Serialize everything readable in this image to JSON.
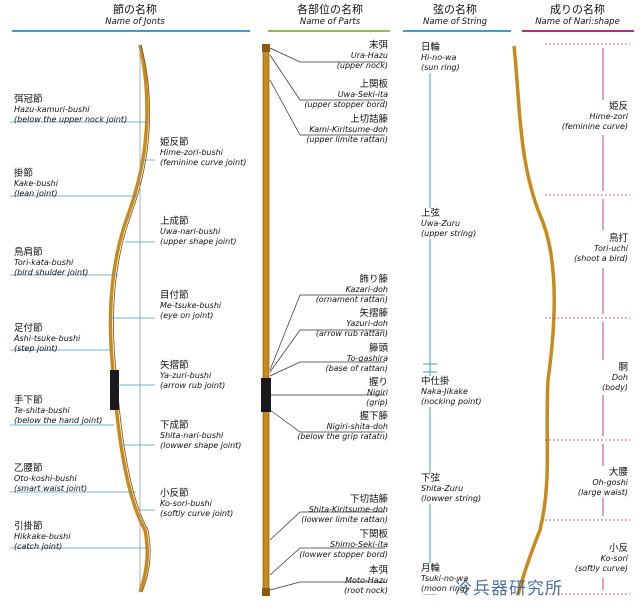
{
  "headers": {
    "joints": {
      "jp": "節の名称",
      "en": "Name of Jonts"
    },
    "parts": {
      "jp": "各部位の名称",
      "en": "Name of Parts"
    },
    "string": {
      "jp": "弦の名称",
      "en": "Name of String"
    },
    "shape": {
      "jp": "成りの名称",
      "en": "Name of Nari:shape"
    }
  },
  "colors": {
    "joints": "#3a9fcf",
    "parts": "#8cc152",
    "string": "#3a9fcf",
    "shape": "#c0287a",
    "bow": "#c98a1c"
  },
  "joints": [
    {
      "jp": "弭冠節",
      "rom": "Hazu-kamuri-bushi",
      "en": "(below the upper nock joint)"
    },
    {
      "jp": "姫反節",
      "rom": "Hime-zori-bushi",
      "en": "(feminine curve joint)"
    },
    {
      "jp": "掛節",
      "rom": "Kake-bushi",
      "en": "(lean joint)"
    },
    {
      "jp": "上成節",
      "rom": "Uwa-nari-bushi",
      "en": "(upper shape joint)"
    },
    {
      "jp": "鳥肩節",
      "rom": "Tori-kata-bushi",
      "en": "(bird shulder joint)"
    },
    {
      "jp": "目付節",
      "rom": "Me-tsuke-bushi",
      "en": "(eye on joint)"
    },
    {
      "jp": "足付節",
      "rom": "Ashi-tsuke-bushi",
      "en": "(step joint)"
    },
    {
      "jp": "矢摺節",
      "rom": "Ya-zuri-bushi",
      "en": "(arrow rub joint)"
    },
    {
      "jp": "手下節",
      "rom": "Te-shita-bushi",
      "en": "(below the hand joint)"
    },
    {
      "jp": "下成節",
      "rom": "Shita-nari-bushi",
      "en": "(lowwer shape joint)"
    },
    {
      "jp": "乙腰節",
      "rom": "Oto-koshi-bushi",
      "en": "(smart waist joint)"
    },
    {
      "jp": "小反節",
      "rom": "Ko-sori-bushi",
      "en": "(softly curve joint)"
    },
    {
      "jp": "引掛節",
      "rom": "Hikkake-bushi",
      "en": "(catch joint)"
    }
  ],
  "parts": [
    {
      "jp": "末弭",
      "rom": "Ura-Hazu",
      "en": "(upper nock)"
    },
    {
      "jp": "上関板",
      "rom": "Uwa-Seki-ita",
      "en": "(upper stopper bord)"
    },
    {
      "jp": "上切詰籐",
      "rom": "Kami-Kiritsume-doh",
      "en": "(upper limite rattan)"
    },
    {
      "jp": "飾り籐",
      "rom": "Kazari-doh",
      "en": "(ornament rattan)"
    },
    {
      "jp": "矢摺籐",
      "rom": "Yazuri-doh",
      "en": "(arrow rub rattan)"
    },
    {
      "jp": "籐頭",
      "rom": "To-gashira",
      "en": "(base of rattan)"
    },
    {
      "jp": "握り",
      "rom": "Nigiri",
      "en": "(grip)"
    },
    {
      "jp": "握下籐",
      "rom": "Nigiri-shita-doh",
      "en": "(below the grip ratatn)"
    },
    {
      "jp": "下切詰籐",
      "rom": "Shita-Kiritsume-doh",
      "en": "(lowwer limite rattan)"
    },
    {
      "jp": "下関板",
      "rom": "Shimo-Seki-ita",
      "en": "(lowwer stopper bord)"
    },
    {
      "jp": "本弭",
      "rom": "Moto-Hazu",
      "en": "(root nock)"
    }
  ],
  "strings": [
    {
      "jp": "日輪",
      "rom": "Hi-no-wa",
      "en": "(sun ring)"
    },
    {
      "jp": "上弦",
      "rom": "Uwa-Zuru",
      "en": "(upper string)"
    },
    {
      "jp": "中仕掛",
      "rom": "Naka-Jikake",
      "en": "(nocking point)"
    },
    {
      "jp": "下弦",
      "rom": "Shita-Zuru",
      "en": "(lowwer string)"
    },
    {
      "jp": "月輪",
      "rom": "Tsuki-no-wa",
      "en": "(moon ring)"
    }
  ],
  "shapes": [
    {
      "jp": "姫反",
      "rom": "Hime-zori",
      "en": "(feminine curve)"
    },
    {
      "jp": "鳥打",
      "rom": "Tori-uchi",
      "en": "(shoot a bird)"
    },
    {
      "jp": "胴",
      "rom": "Doh",
      "en": "(body)"
    },
    {
      "jp": "大腰",
      "rom": "Oh-goshi",
      "en": "(large waist)"
    },
    {
      "jp": "小反",
      "rom": "Ko-sori",
      "en": "(softly curve)"
    }
  ],
  "watermark": "冷兵器研究所"
}
